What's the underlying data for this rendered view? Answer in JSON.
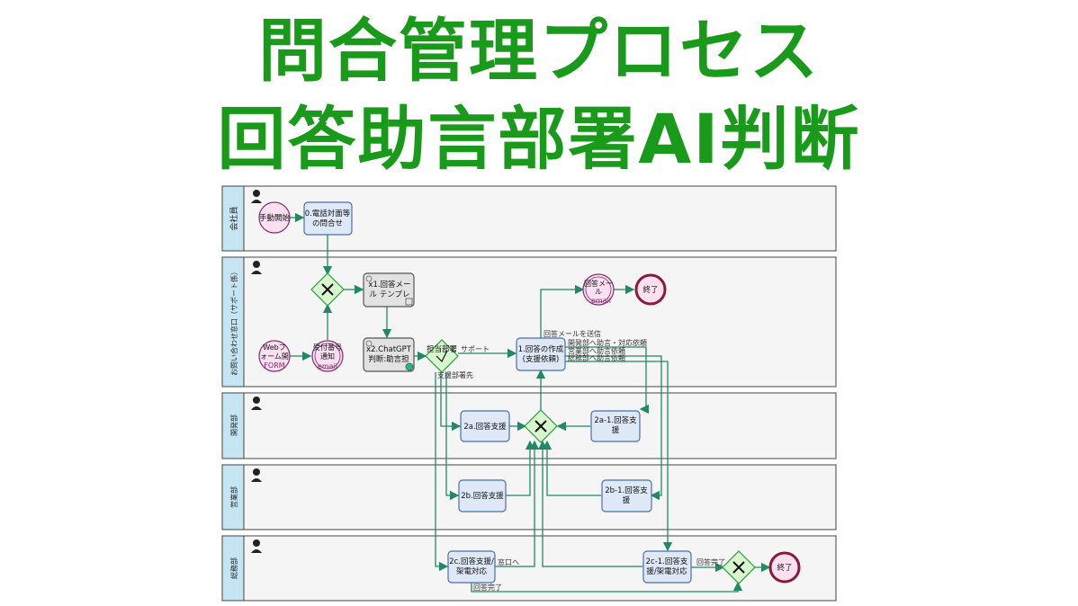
{
  "title_line1": "問合管理プロセス",
  "title_line2": "回答助言部署AI判断",
  "lanes": {
    "customer": "会社員",
    "support": "お問い合わせ窓口（サポート係）",
    "dept1": "開発部",
    "dept2": "営業部",
    "dept3": "総務部"
  },
  "nodes": {
    "start": "手動開始",
    "t0_l1": "0.電話対面等",
    "t0_l2": "の問合せ",
    "web_l1": "Webフ",
    "web_l2": "ォーム開",
    "web_l3": "FORM",
    "receipt_l1": "受付番号",
    "receipt_l2": "通知",
    "receipt_l3": "email",
    "x1_l1": "x1.回答メー",
    "x1_l2": "ル テンプレ",
    "x2_l1": "x2.ChatGPT",
    "x2_l2": "判断:助言担",
    "gw_dept": "担当部署",
    "t1_l1": "1.回答の作成",
    "t1_l2": "(支援依頼)",
    "mail_l1": "回答メー",
    "mail_l2": "ル",
    "mail_l3": "email",
    "end1": "終了",
    "t2a": "2a.回答支援",
    "t2a1_l1": "2a-1.回答支",
    "t2a1_l2": "援",
    "t2b": "2b.回答支援",
    "t2b1_l1": "2b-1.回答支",
    "t2b1_l2": "援",
    "t2c_l1": "2c.回答支援/",
    "t2c_l2": "架電対応",
    "t2c1_l1": "2c-1.回答支",
    "t2c1_l2": "援/架電対応",
    "end2": "終了"
  },
  "flow_labels": {
    "support": "サポート",
    "dept": "支援部署先",
    "send_mail": "回答メールを送信",
    "to_dev": "開発部へ助言・対応依頼",
    "to_sales": "営業部へ助言依頼",
    "to_admin": "総務部へ助言依頼",
    "window": "窓口へ",
    "done1": "回答完了",
    "done2": "回答完了"
  },
  "colors": {
    "title": "#1a9a1a",
    "task_fill": "#dfe8f7",
    "task_stroke": "#4a6fb0",
    "gateway_fill": "#d8f5d0",
    "gateway_stroke": "#2a9a3a",
    "flow": "#228866",
    "end_stroke": "#8a1a3a",
    "start_fill": "#fae0f0"
  }
}
